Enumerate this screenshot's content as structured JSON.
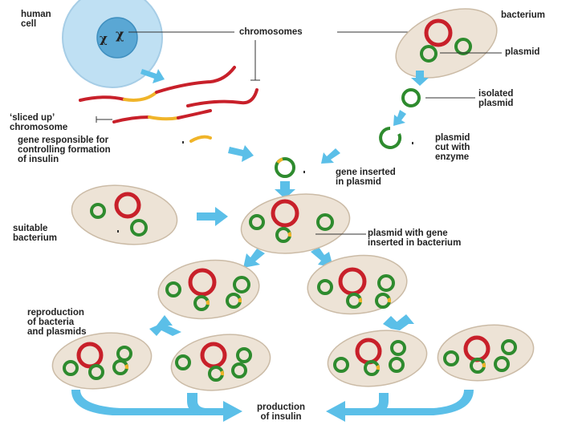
{
  "colors": {
    "chromosome_red": "#c8202a",
    "gene_yellow": "#f0b429",
    "plasmid_green": "#2e8b2e",
    "arrow_blue": "#5bbfe8",
    "bacterium_fill": "#ede3d6",
    "cell_fill": "#b9dcf0",
    "nucleus_fill": "#5aa7d4"
  },
  "labels": {
    "human_cell": "human\ncell",
    "bacterium": "bacterium",
    "chromosomes": "chromosomes",
    "plasmid": "plasmid",
    "isolated_plasmid": "isolated\nplasmid",
    "sliced_chromosome": "‘sliced up’\nchromosome",
    "gene_for_insulin": "gene responsible for\ncontrolling formation\nof insulin",
    "plasmid_cut": "plasmid\ncut with\nenzyme",
    "gene_inserted": "gene inserted\nin plasmid",
    "suitable_bacterium": "suitable\nbacterium",
    "plasmid_with_gene": "plasmid with gene\ninserted in bacterium",
    "reproduction": "reproduction\nof bacteria\nand plasmids",
    "production": "production\nof insulin"
  }
}
